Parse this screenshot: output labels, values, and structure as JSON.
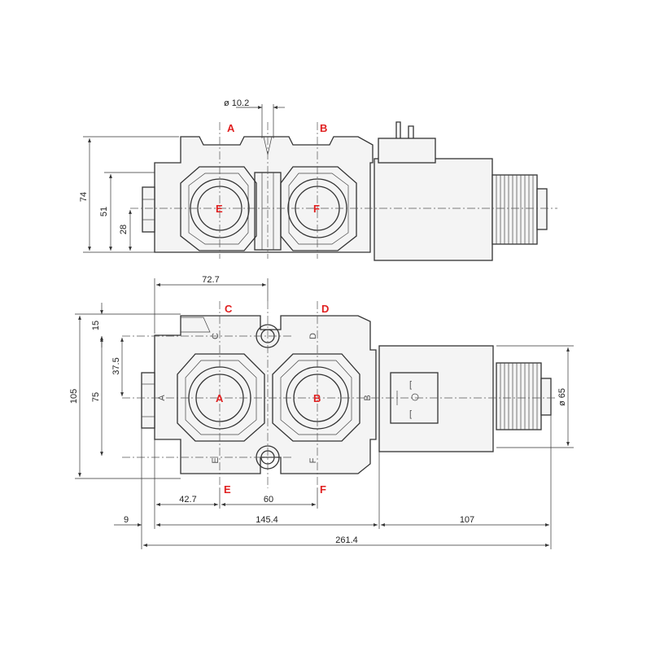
{
  "top_view": {
    "port_labels": [
      "A",
      "B"
    ],
    "center_labels": [
      "E",
      "F"
    ],
    "dims": {
      "bore": "ø 10.2",
      "height_total": "74",
      "height_mid": "51",
      "height_center": "28"
    }
  },
  "front_view": {
    "top_labels": [
      "C",
      "D"
    ],
    "bottom_labels": [
      "E",
      "F"
    ],
    "center_labels": [
      "A",
      "B"
    ],
    "stamped_labels": [
      "C",
      "D",
      "A",
      "B",
      "E",
      "F"
    ],
    "dims": {
      "d_72_7": "72.7",
      "d_15": "15",
      "d_37_5": "37.5",
      "d_105": "105",
      "d_75": "75",
      "d_65": "ø 65",
      "d_42_7": "42.7",
      "d_60": "60",
      "d_9": "9",
      "d_145_4": "145.4",
      "d_107": "107",
      "d_261_4": "261.4"
    }
  },
  "colors": {
    "line": "#333333",
    "label_red": "#e02020",
    "fill": "#f4f4f4"
  }
}
